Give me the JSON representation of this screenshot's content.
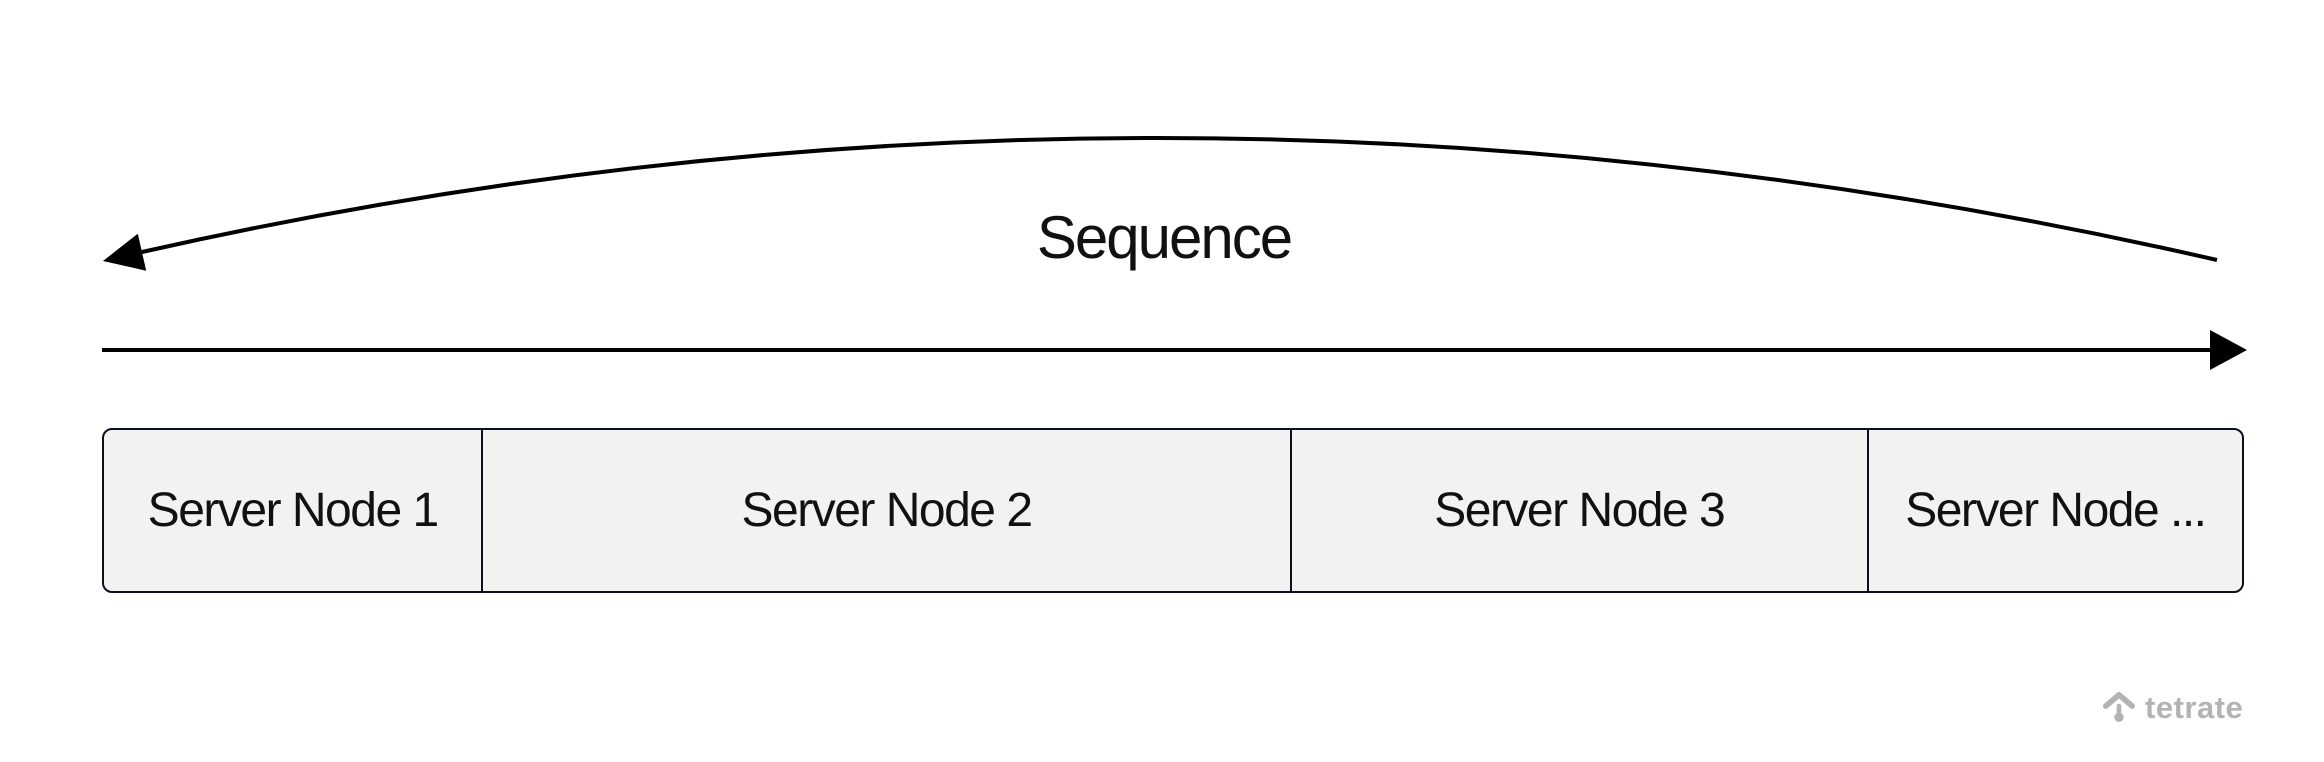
{
  "sequence": {
    "label": "Sequence"
  },
  "nodes": [
    {
      "label": "Server Node 1"
    },
    {
      "label": "Server Node 2"
    },
    {
      "label": "Server Node 3"
    },
    {
      "label": "Server Node ..."
    }
  ],
  "branding": {
    "logo_text": "tetrate"
  },
  "colors": {
    "arrow": "#000000",
    "box_border": "#0b101e",
    "box_fill": "#f2f2f2",
    "text": "#111111",
    "logo": "#b3b3b3"
  }
}
